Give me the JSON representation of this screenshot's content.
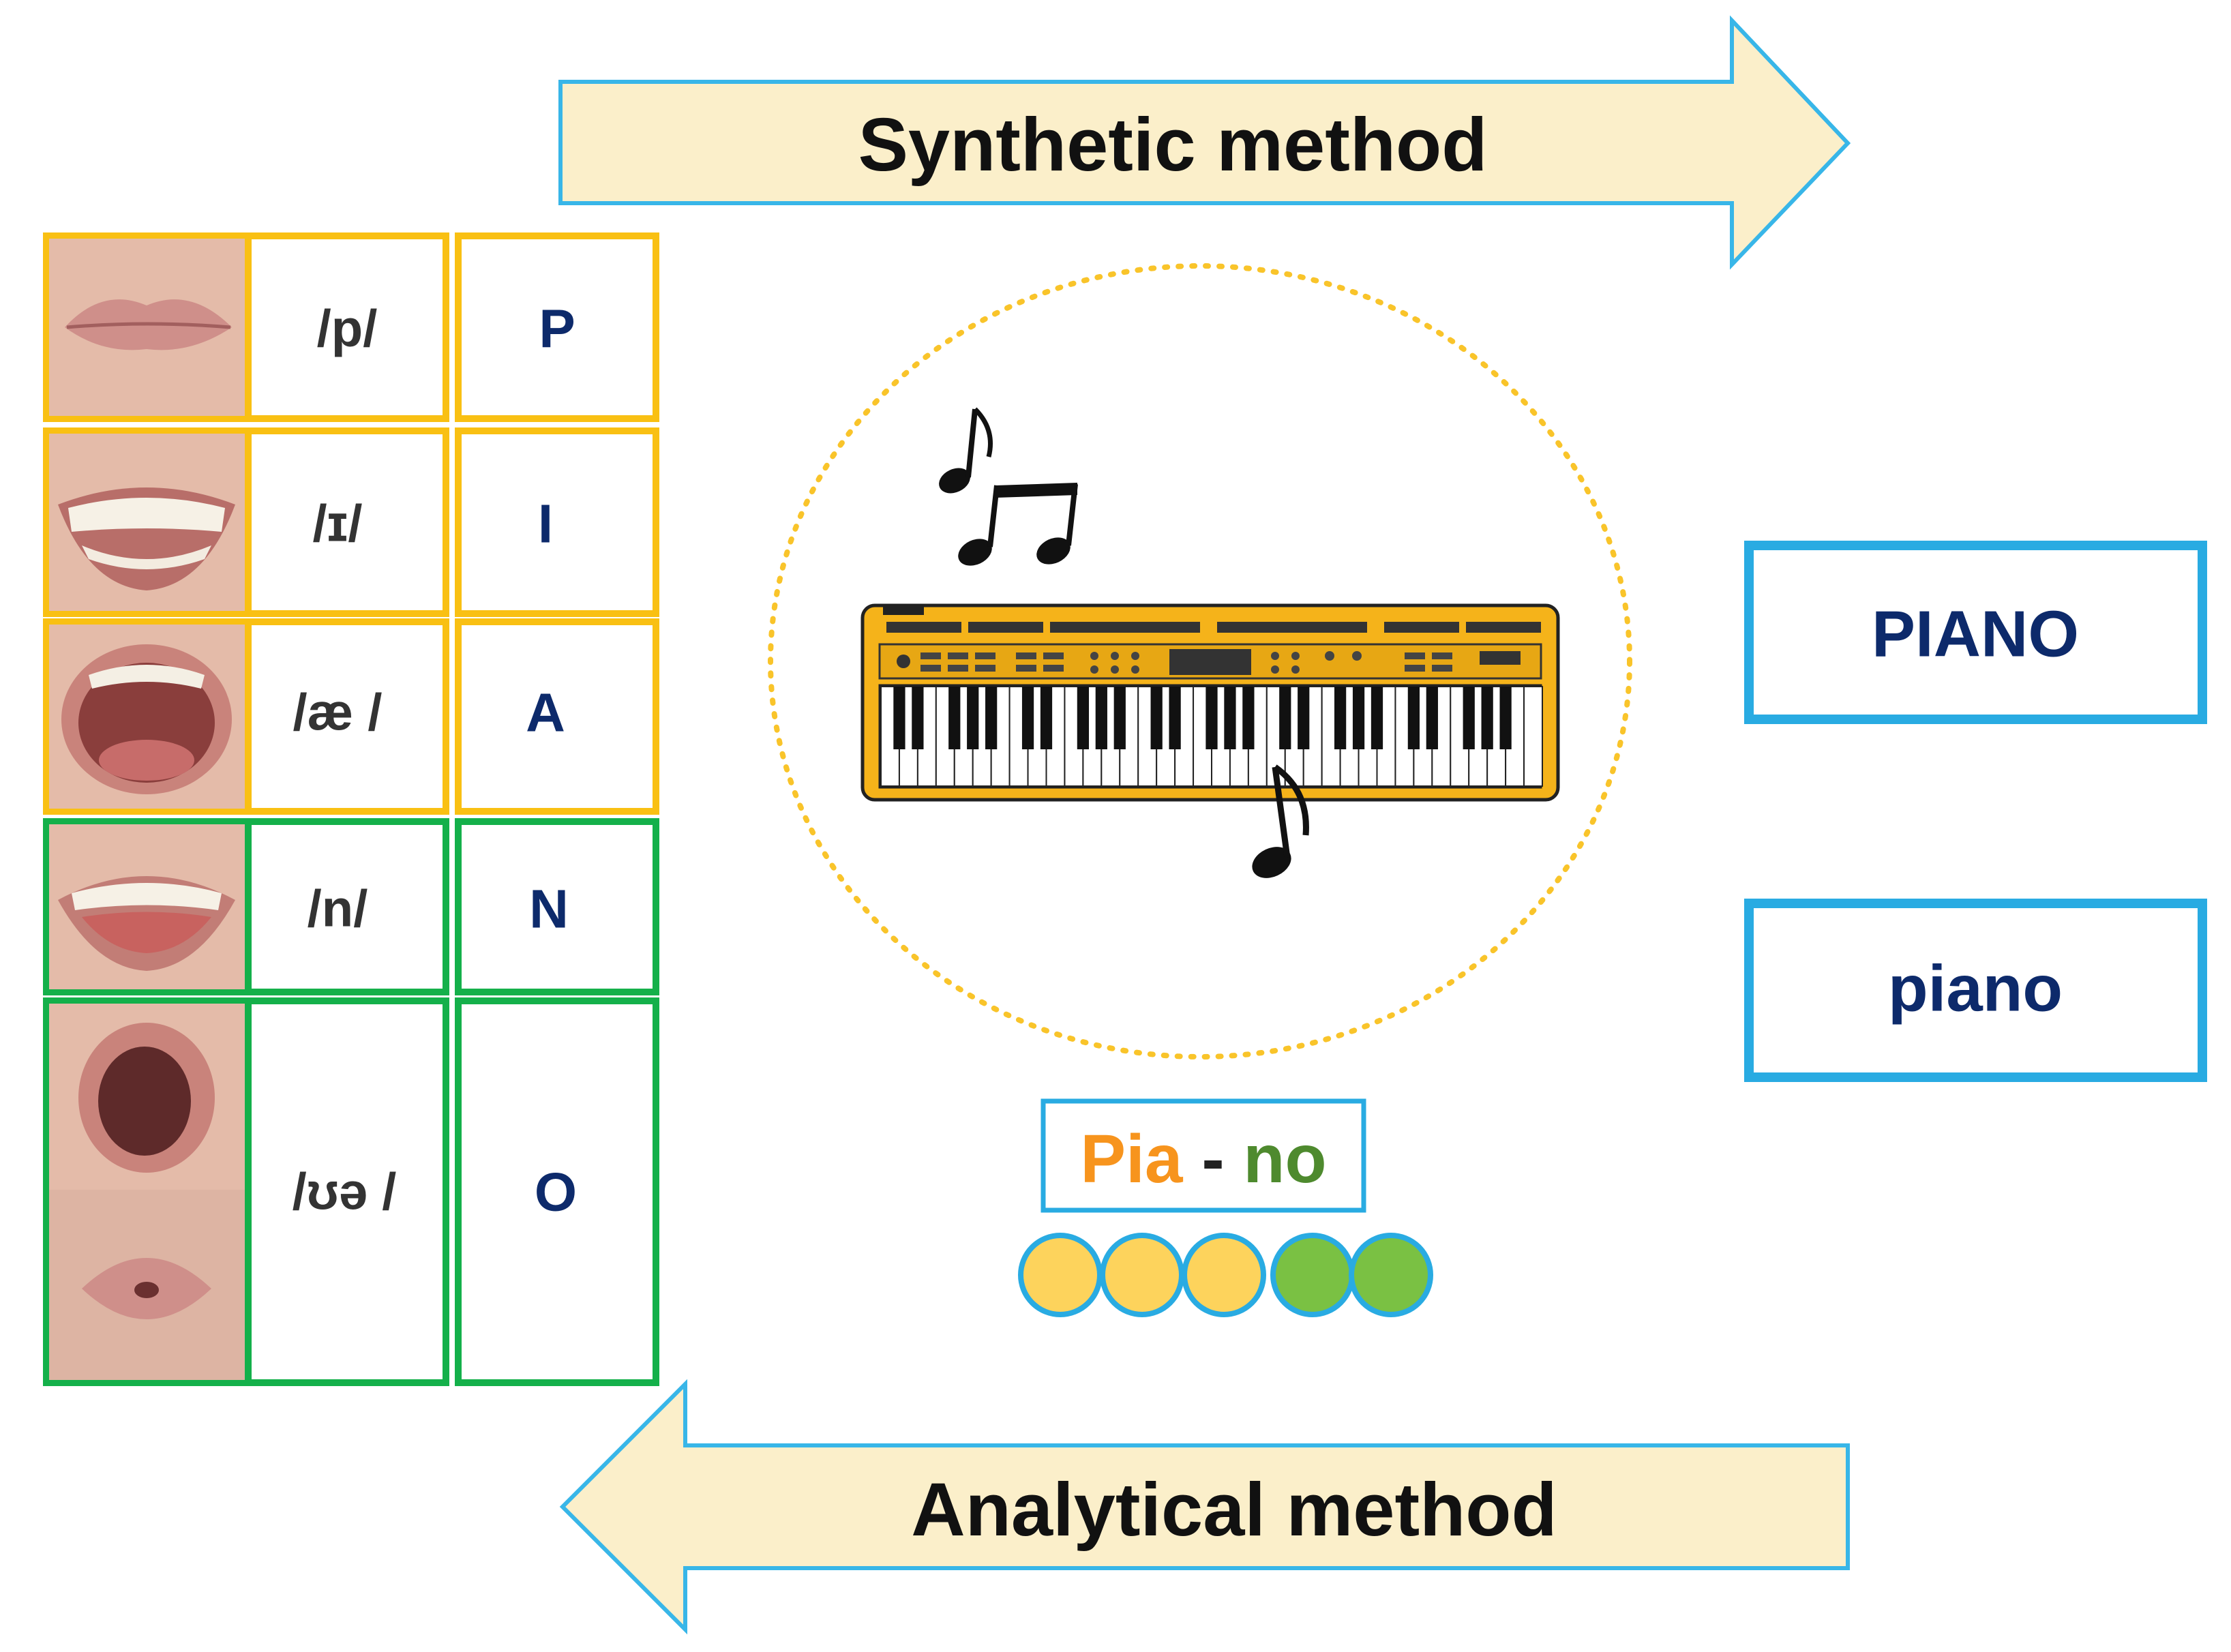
{
  "arrows": {
    "synthetic": {
      "label": "Synthetic method",
      "fill": "#fbefca",
      "stroke": "#38b6e8"
    },
    "analytical": {
      "label": "Analytical method",
      "fill": "#fbefca",
      "stroke": "#38b6e8"
    }
  },
  "table": {
    "rows": [
      {
        "mouth_icon": "closed-lips",
        "phoneme": "/p/",
        "letter": "P",
        "group": "syllable-1"
      },
      {
        "mouth_icon": "wide-smile",
        "phoneme": "/ɪ/",
        "letter": "I",
        "group": "syllable-1"
      },
      {
        "mouth_icon": "open-mouth",
        "phoneme": "/æ /",
        "letter": "A",
        "group": "syllable-1"
      },
      {
        "mouth_icon": "teeth-tongue",
        "phoneme": "/n/",
        "letter": "N",
        "group": "syllable-2"
      },
      {
        "mouth_icon": "round-then-pucker",
        "phoneme": "/ʊə /",
        "letter": "O",
        "group": "syllable-2"
      }
    ],
    "colors": {
      "syllable-1": "#f9c013",
      "syllable-2": "#14b04a"
    }
  },
  "center": {
    "circle_stroke": "#f9c42a",
    "keyboard_body": "#f5b31a",
    "icons": [
      "keyboard-icon",
      "beamed-notes-icon",
      "eighth-note-icon"
    ]
  },
  "syllables": {
    "first": "Pia",
    "separator": " - ",
    "second": "no",
    "first_color": "#f7941d",
    "second_color": "#4e8a2e",
    "box_stroke": "#29abe2"
  },
  "dots": {
    "colors": [
      "#fdd35c",
      "#fdd35c",
      "#fdd35c",
      "#7ac143",
      "#7ac143"
    ],
    "stroke": "#29abe2"
  },
  "words": {
    "upper": "PIANO",
    "lower": "piano",
    "box_stroke": "#29abe2"
  }
}
